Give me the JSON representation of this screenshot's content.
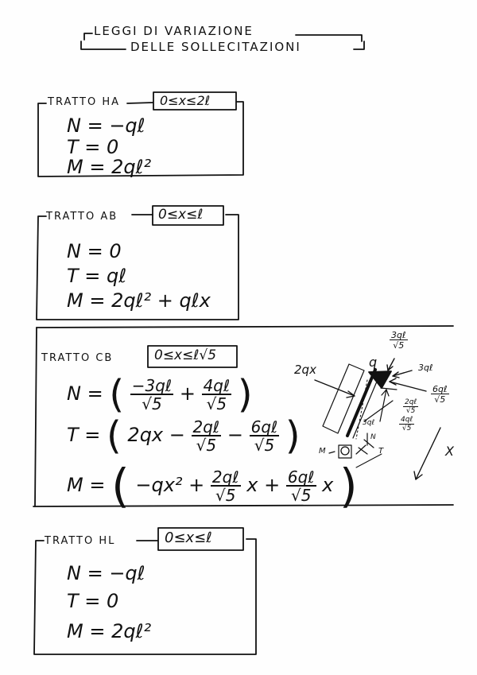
{
  "title": {
    "line1": "LEGGI DI VARIAZIONE",
    "line2": "DELLE SOLLECITAZIONI"
  },
  "sections": [
    {
      "label": "TRATTO HA",
      "range": "0≤x≤2ℓ",
      "N": "N = −qℓ",
      "T": "T = 0",
      "M": "M = 2qℓ²"
    },
    {
      "label": "TRATTO AB",
      "range": "0≤x≤ℓ",
      "N": "N = 0",
      "T": "T = qℓ",
      "M": "M = 2qℓ² + qℓx"
    },
    {
      "label": "TRATTO CB",
      "range": "0≤x≤ℓ√5",
      "N_lhs": "N =",
      "N_a_num": "−3qℓ",
      "N_a_den": "√5",
      "N_plus": "+",
      "N_b_num": "4qℓ",
      "N_b_den": "√5",
      "T_lhs": "T =",
      "T_a": "2qx −",
      "T_b_num": "2qℓ",
      "T_b_den": "√5",
      "T_minus": "−",
      "T_c_num": "6qℓ",
      "T_c_den": "√5",
      "M_lhs": "M =",
      "M_a": "−qx² +",
      "M_b_num": "2qℓ",
      "M_b_den": "√5",
      "M_b_tail": "x +",
      "M_c_num": "6qℓ",
      "M_c_den": "√5",
      "M_c_tail": "x"
    },
    {
      "label": "TRATTO HL",
      "range": "0≤x≤ℓ",
      "N": "N = −qℓ",
      "T": "T = 0",
      "M": "M = 2qℓ²"
    }
  ],
  "diagram": {
    "load_left": "2qx",
    "q_label": "q",
    "top_force_num": "3qℓ",
    "top_force_den": "√5",
    "right_force": "3qℓ",
    "right_frac_num": "6qℓ",
    "right_frac_den": "√5",
    "mid_frac1_num": "2qℓ",
    "mid_frac1_den": "√5",
    "mid_frac2_num": "4qℓ",
    "mid_frac2_den": "√5",
    "inner_label": "3qℓ",
    "N_label": "N",
    "M_label": "M",
    "T_label": "T",
    "axis_label": "X"
  }
}
